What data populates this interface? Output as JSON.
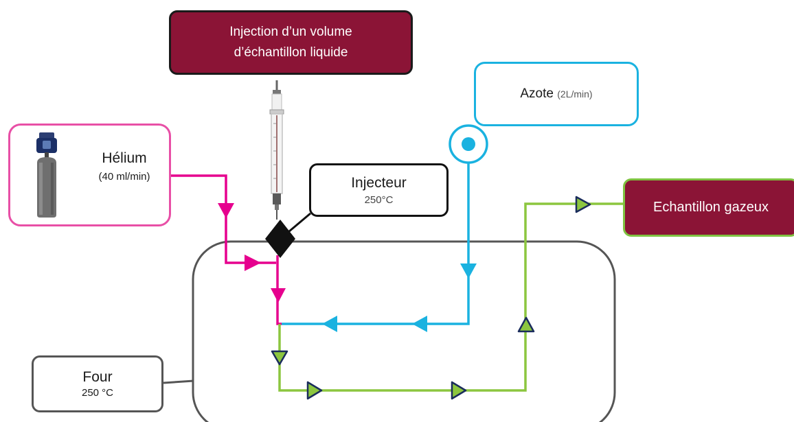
{
  "injection": {
    "line1": "Injection d’un volume",
    "line2": "d’échantillon liquide"
  },
  "azote": {
    "name": "Azote",
    "rate": "(2L/min)"
  },
  "helium": {
    "name": "Hélium",
    "rate": "(40 ml/min)"
  },
  "injecteur": {
    "name": "Injecteur",
    "temp": "250°C"
  },
  "echantillon": {
    "label": "Echantillon gazeux"
  },
  "four": {
    "name": "Four",
    "temp": "250 °C"
  },
  "colors": {
    "helium_line": "#e6008e",
    "azote_line": "#1ab2e0",
    "sample_line": "#8cc63f",
    "dark_red": "#8b1436",
    "arrow_outline": "#1a2c5c"
  },
  "icons": [
    "gas-cylinder-icon",
    "syringe-icon",
    "valve-icon",
    "flow-arrow-icon"
  ]
}
